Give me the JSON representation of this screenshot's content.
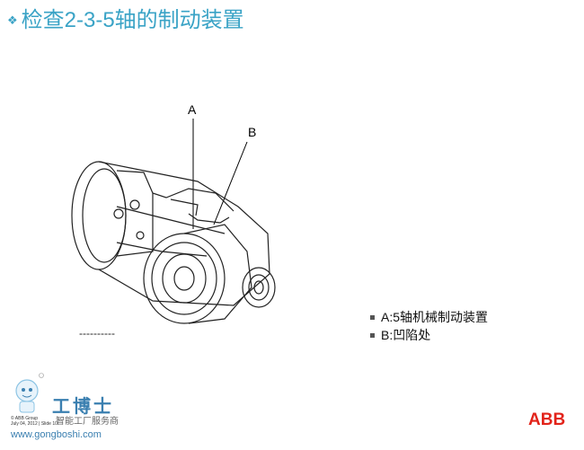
{
  "header": {
    "bullet": "❖",
    "title": "检查2-3-5轴的制动装置"
  },
  "illustration": {
    "label_a": "A",
    "label_b": "B"
  },
  "notes": {
    "dashes": "----------",
    "items": [
      {
        "label": "A:5轴机械制动装置"
      },
      {
        "label": "B:凹陷处"
      }
    ]
  },
  "footer": {
    "copyright_line1": "© ABB Group",
    "copyright_line2": "July 04, 2012 | Slide 10",
    "watermark_title": "工博士",
    "watermark_subtitle": "智能工厂服务商",
    "watermark_url": "www.gongboshi.com",
    "brand": "ABB",
    "brand_color": "#e2231a",
    "accent_color": "#3aa3c6"
  }
}
